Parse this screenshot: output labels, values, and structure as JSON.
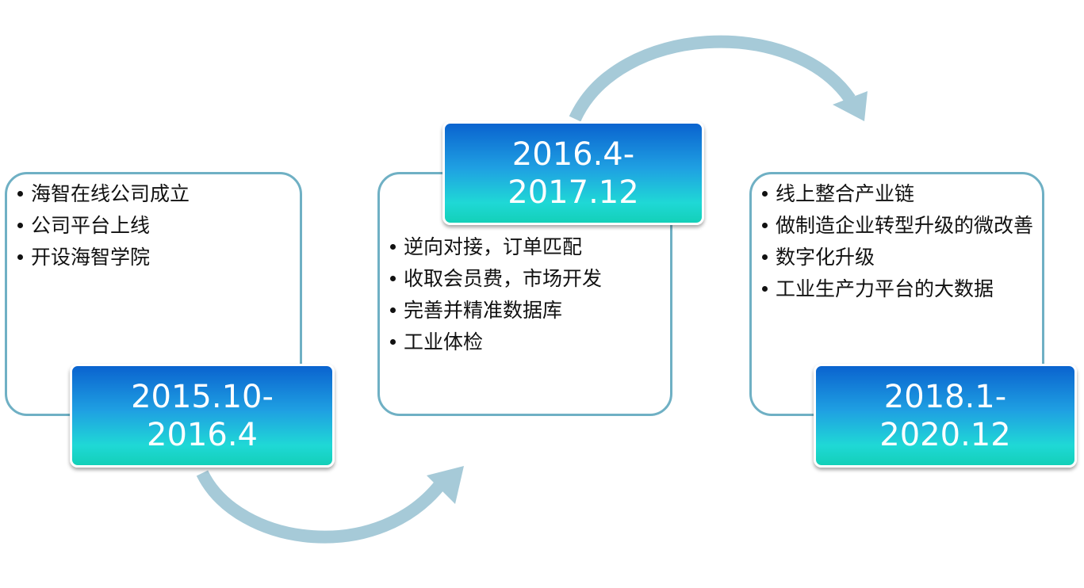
{
  "stages": [
    {
      "date_line1": "2015.10-",
      "date_line2": "2016.4",
      "items": [
        "海智在线公司成立",
        "公司平台上线",
        "开设海智学院"
      ]
    },
    {
      "date_line1": "2016.4-",
      "date_line2": "2017.12",
      "items": [
        "逆向对接，订单匹配",
        "收取会员费，市场开发",
        "完善并精准数据库",
        "工业体检"
      ]
    },
    {
      "date_line1": "2018.1-",
      "date_line2": "2020.12",
      "items": [
        "线上整合产业链",
        "做制造企业转型升级的微改善",
        "数字化升级",
        "工业生产力平台的大数据"
      ]
    }
  ],
  "colors": {
    "panel_border": "#6fb0c4",
    "arrow": "#a6cad8",
    "date_gradient_top": "#0a63cf",
    "date_gradient_bottom": "#13d0b8",
    "date_text": "#ffffff"
  },
  "icons": {
    "arrow_1_to_2": "curved-arrow-icon",
    "arrow_2_to_3": "curved-arrow-icon"
  }
}
